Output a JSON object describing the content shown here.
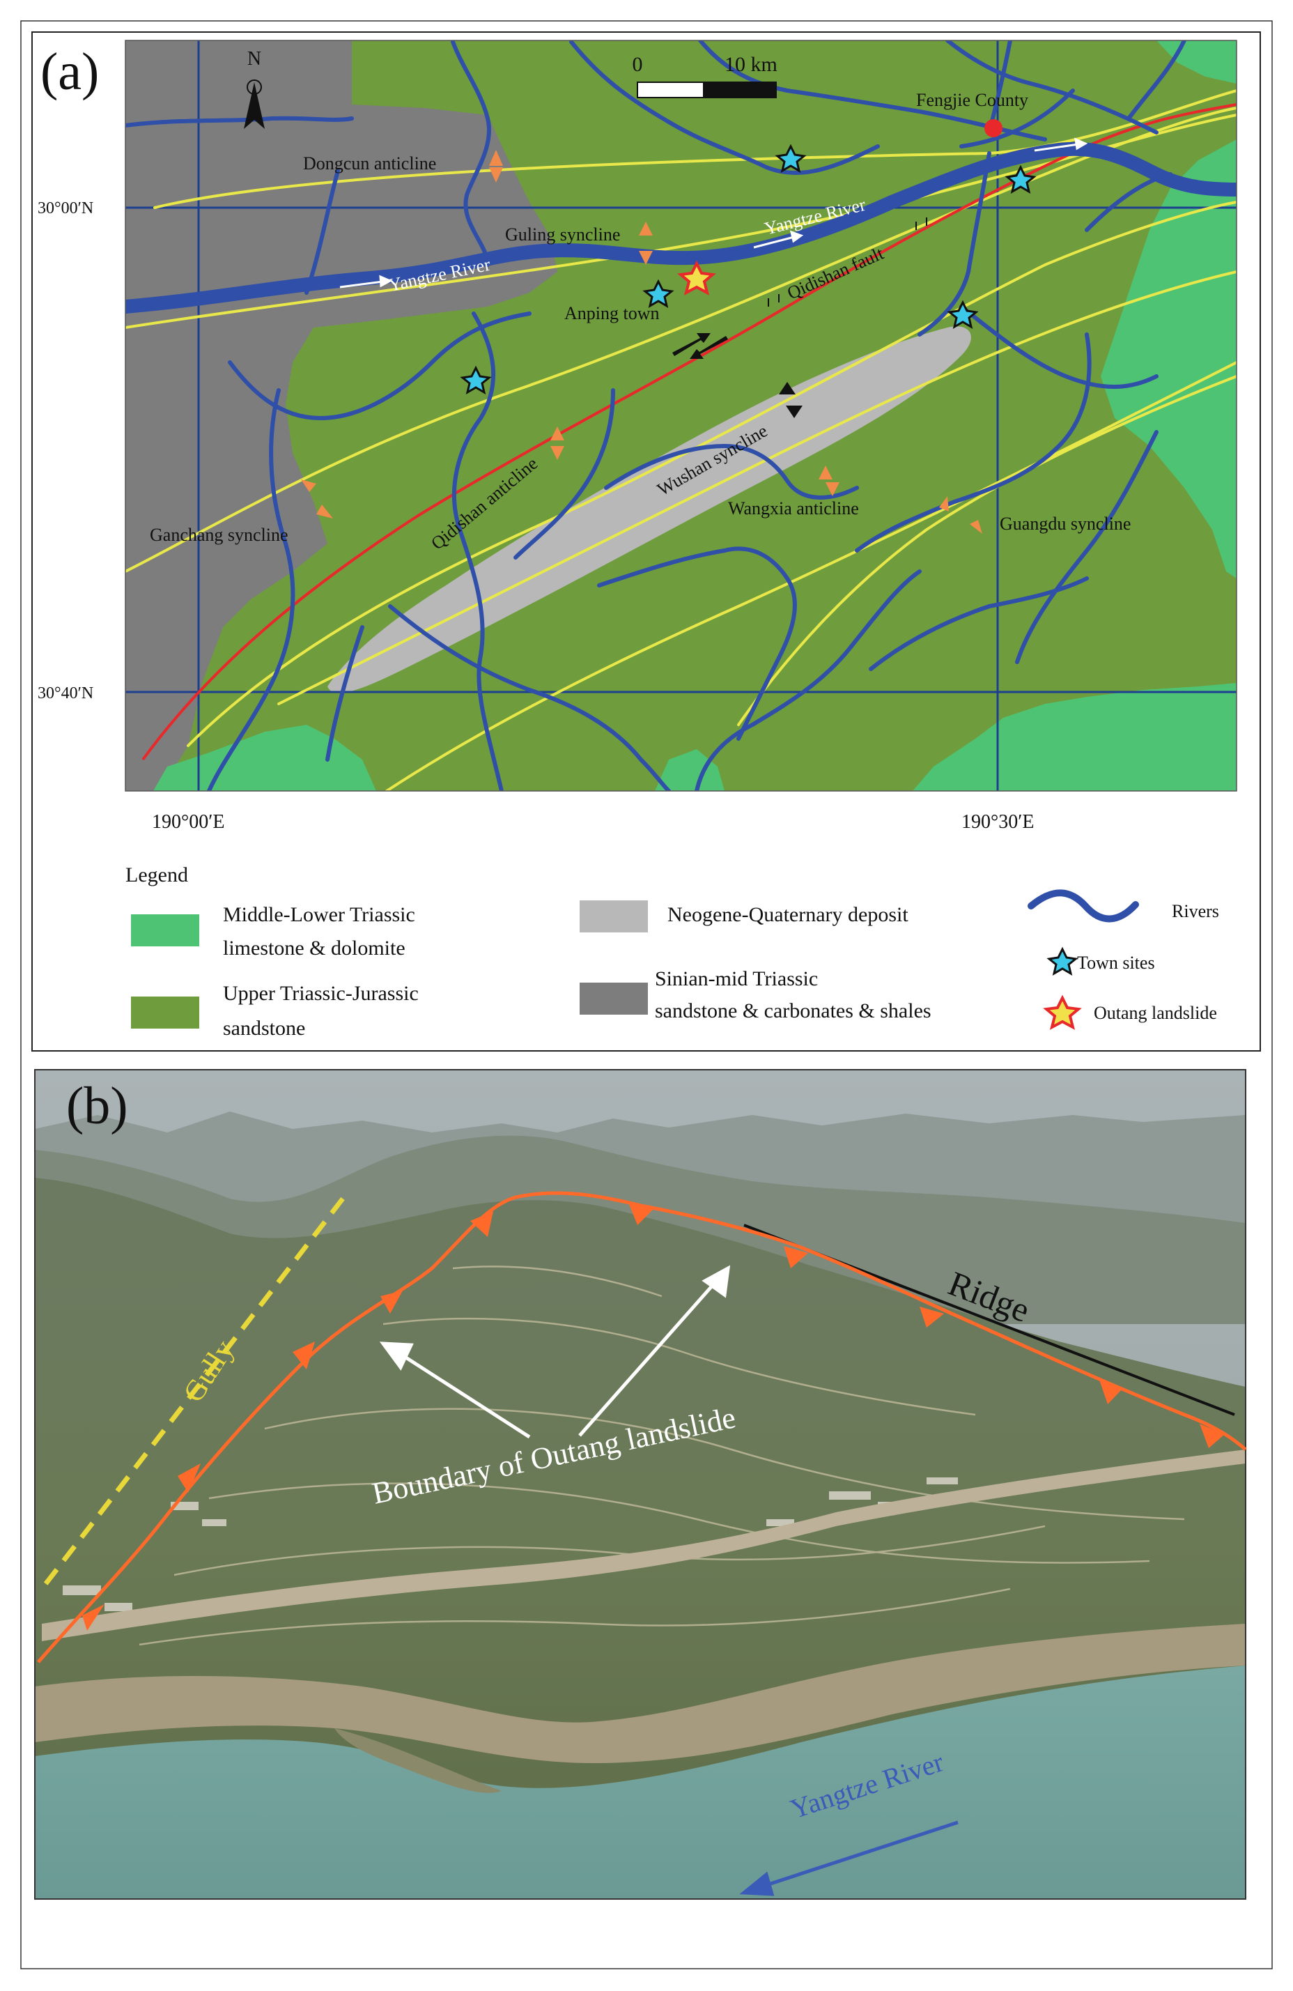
{
  "panel_a": {
    "label": "(a)",
    "north": "N",
    "scale": {
      "zero": "0",
      "ten": "10 km"
    },
    "lat_top": "30°00′N",
    "lat_bottom": "30°40′N",
    "lon_left": "190°00′E",
    "lon_right": "190°30′E",
    "places": {
      "fengjie": "Fengjie County",
      "anping": "Anping town"
    },
    "rivers": {
      "yangtze_1": "Yangtze River",
      "yangtze_2": "Yangtze River"
    },
    "structures": {
      "dongcun": "Dongcun anticline",
      "guling": "Guling syncline",
      "qidishan_fault": "Qidishan fault",
      "qidishan_anticline": "Qidishan anticline",
      "wushan": "Wushan syncline",
      "wangxia": "Wangxia anticline",
      "guangdu": "Guangdu syncline",
      "ganchang": "Ganchang syncline"
    },
    "legend": {
      "title": "Legend",
      "mlt_1": "Middle-Lower Triassic",
      "mlt_2": "limestone & dolomite",
      "utj_1": "Upper Triassic-Jurassic",
      "utj_2": "sandstone",
      "nq": "Neogene-Quaternary deposit",
      "sm_1": "Sinian-mid Triassic",
      "sm_2": "sandstone & carbonates & shales",
      "rivers": "Rivers",
      "towns": "Town sites",
      "landslide": "Outang landslide"
    },
    "colors": {
      "limestone": "#4fc374",
      "sandstone": "#6f9c3c",
      "neogene": "#b8b8b8",
      "sinian": "#7d7d7d",
      "river": "#2f4fa8",
      "fold_axis": "#e8e84a",
      "fault": "#e8282a",
      "grid": "#1d3f8f"
    }
  },
  "panel_b": {
    "label": "(b)",
    "gully": "Gully",
    "ridge": "Ridge",
    "boundary": "Boundary of Outang landslide",
    "river": "Yangtze River",
    "colors": {
      "boundary": "#ff6a2a",
      "gully": "#e8d83a",
      "water": "#6f9e98"
    }
  }
}
